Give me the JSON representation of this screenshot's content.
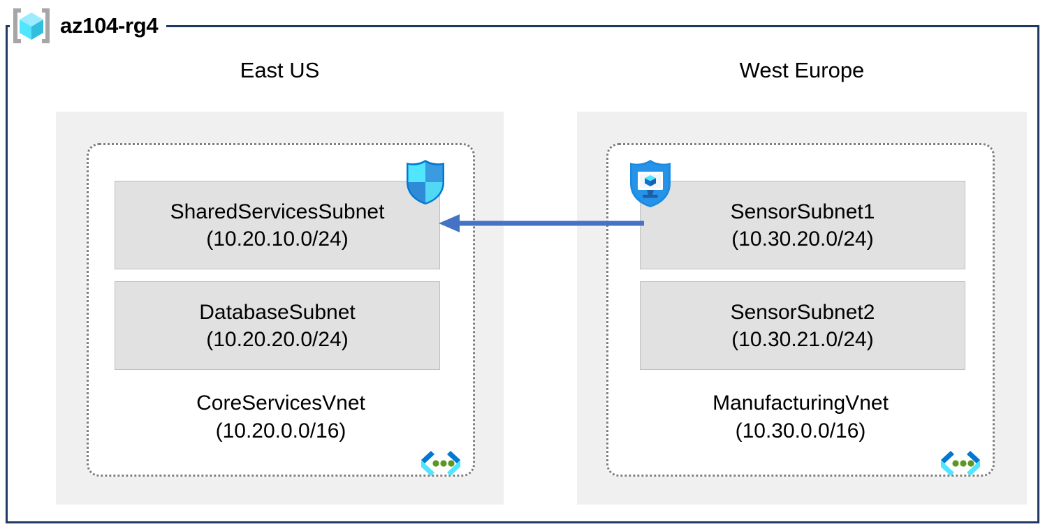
{
  "resource_group": {
    "name": "az104-rg4",
    "icon": "resource-group-cube-icon",
    "frame_color": "#1F3864"
  },
  "regions": [
    {
      "id": "eastus",
      "label": "East US",
      "vnet": {
        "name": "CoreServicesVnet",
        "cidr": "(10.20.0.0/16)",
        "icon": "virtual-network-icon",
        "subnets": [
          {
            "id": "shared",
            "name": "SharedServicesSubnet",
            "cidr": "(10.20.10.0/24)",
            "attached_icon": "network-security-group-shield-icon"
          },
          {
            "id": "database",
            "name": "DatabaseSubnet",
            "cidr": "(10.20.20.0/24)",
            "attached_icon": null
          }
        ]
      }
    },
    {
      "id": "westeurope",
      "label": "West Europe",
      "vnet": {
        "name": "ManufacturingVnet",
        "cidr": "(10.30.0.0/16)",
        "icon": "virtual-network-icon",
        "subnets": [
          {
            "id": "sensor1",
            "name": "SensorSubnet1",
            "cidr": "(10.30.20.0/24)",
            "attached_icon": "application-security-group-shield-icon"
          },
          {
            "id": "sensor2",
            "name": "SensorSubnet2",
            "cidr": "(10.30.21.0/24)",
            "attached_icon": null
          }
        ]
      }
    }
  ],
  "connection": {
    "name": "vnet-peering-arrow",
    "direction": "right-to-left",
    "from": "SensorSubnet1",
    "to": "SharedServicesSubnet",
    "color": "#4472C4"
  },
  "colors": {
    "frame": "#1F3864",
    "region_fill": "#F0F0F0",
    "subnet_fill": "#E1E1E1",
    "subnet_border": "#BFBFBF",
    "vnet_border": "#7F7F7F",
    "arrow": "#4472C4",
    "icon_cyan": "#50E6FF",
    "icon_blue": "#0078D4",
    "icon_green": "#5E9624"
  }
}
